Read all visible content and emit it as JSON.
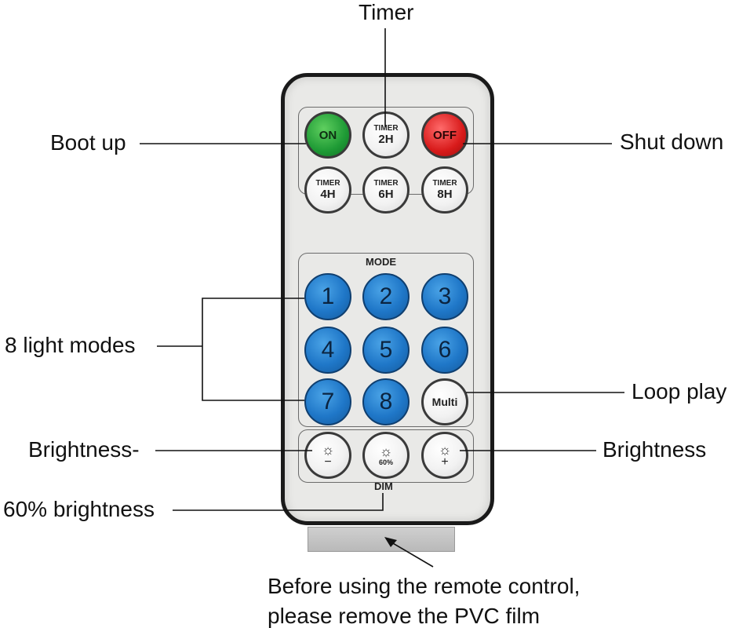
{
  "remote": {
    "buttons": {
      "on": "ON",
      "off": "OFF",
      "timer_word": "TIMER",
      "timer_2h": "2H",
      "timer_4h": "4H",
      "timer_6h": "6H",
      "timer_8h": "8H",
      "mode_label": "MODE",
      "modes": [
        "1",
        "2",
        "3",
        "4",
        "5",
        "6",
        "7",
        "8"
      ],
      "multi": "Multi",
      "dim_label": "DIM",
      "dim_60": "60%",
      "minus": "−",
      "plus": "+"
    },
    "colors": {
      "on": "#1e9a35",
      "off": "#d81a1a",
      "mode": "#1f77c8",
      "body": "#e9e9e7"
    }
  },
  "callouts": {
    "timer": "Timer",
    "boot_up": "Boot up",
    "shut_down": "Shut down",
    "light_modes": "8 light modes",
    "loop_play": "Loop play",
    "brightness_minus": "Brightness-",
    "brightness_plus": "Brightness",
    "brightness_60": "60% brightness"
  },
  "note": {
    "line1": "Before using the remote control,",
    "line2": "please remove the PVC film"
  }
}
